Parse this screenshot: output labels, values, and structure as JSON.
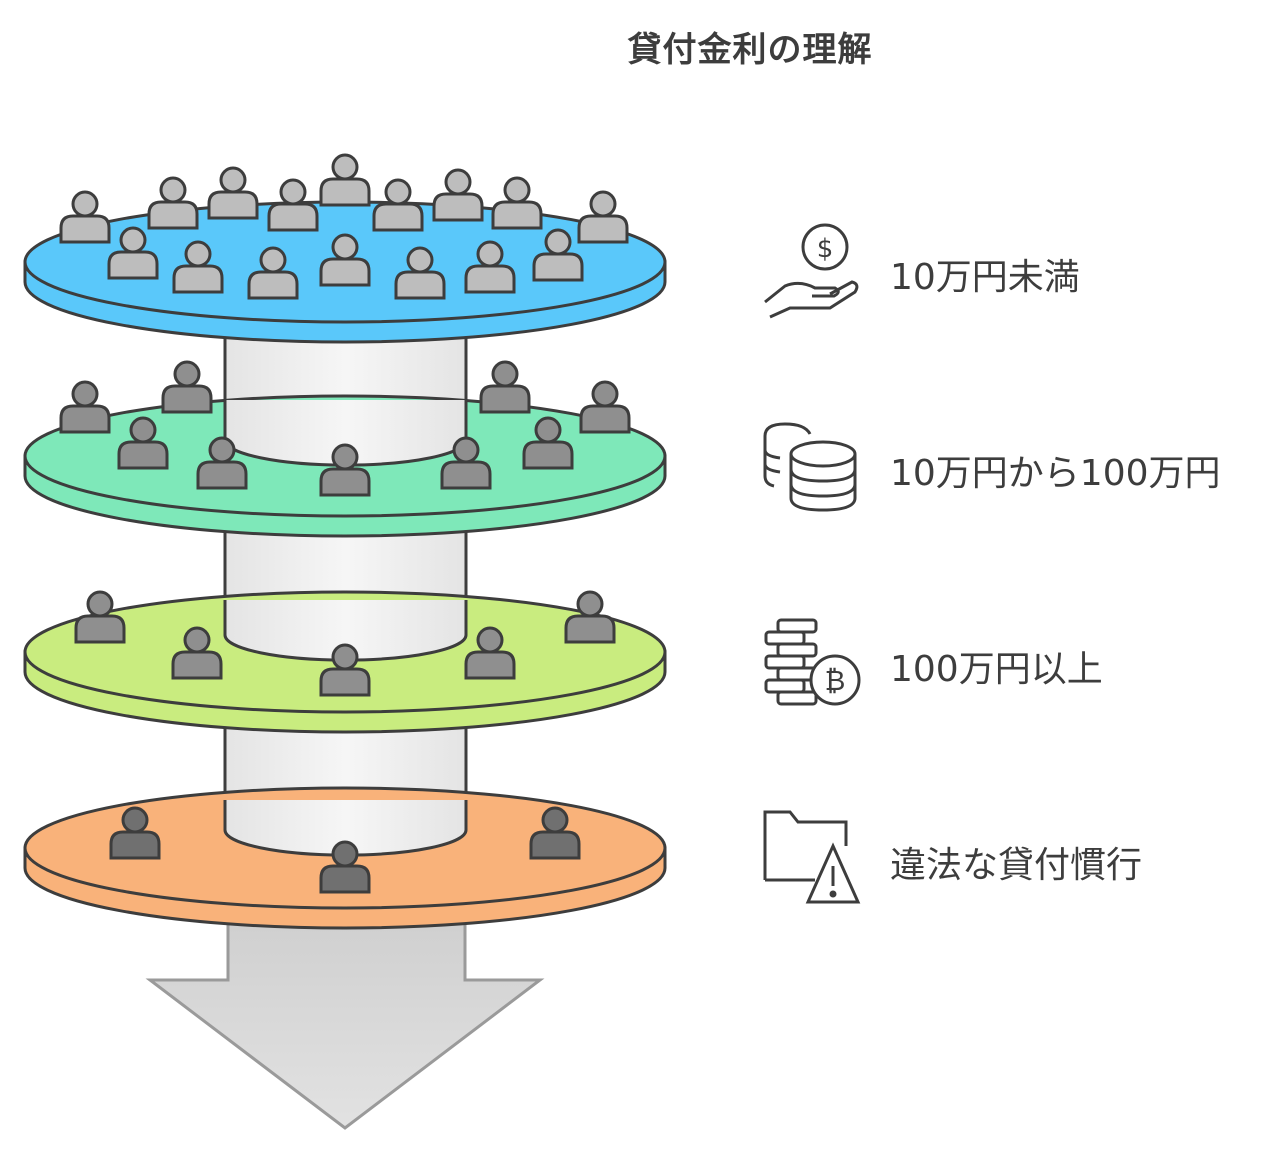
{
  "title": "貸付金利の理解",
  "colors": {
    "tier_1": "#5ac8fa",
    "tier_2": "#7ee8b9",
    "tier_3": "#c9ec7f",
    "tier_4": "#f9b27a",
    "column": "#efefef",
    "arrow": "#cfcfcf",
    "person_light": "#bdbdbd",
    "person_mid": "#8f8f8f",
    "person_dark": "#707070",
    "outline": "#3d3d3d"
  },
  "tiers": [
    {
      "label": "10万円未満",
      "icon": "hand-coin-icon"
    },
    {
      "label": "10万円から100万円",
      "icon": "coin-stack-icon"
    },
    {
      "label": "100万円以上",
      "icon": "bitcoin-stack-icon"
    },
    {
      "label": "違法な貸付慣行",
      "icon": "folder-warning-icon"
    }
  ]
}
